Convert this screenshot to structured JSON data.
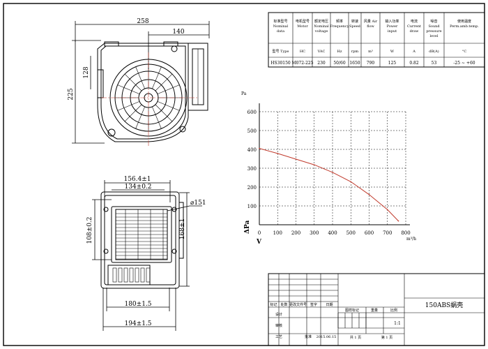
{
  "drawing_title": "150ABS蜗壳",
  "spec_table": {
    "headers": [
      {
        "cn": "标准型号",
        "en": "Nominal data"
      },
      {
        "cn": "电机型号",
        "en": "Motor"
      },
      {
        "cn": "额定电压",
        "en": "Nominal voltage"
      },
      {
        "cn": "频率",
        "en": "Frequency"
      },
      {
        "cn": "转速",
        "en": "Speed"
      },
      {
        "cn": "风量",
        "en": "Air flow"
      },
      {
        "cn": "输入功率",
        "en": "Power input"
      },
      {
        "cn": "电流",
        "en": "Current draw"
      },
      {
        "cn": "噪音",
        "en": "Sound pressure level"
      },
      {
        "cn": "使用温度",
        "en": "Perm.amb.temp."
      }
    ],
    "units_row": [
      "型号 Type",
      "HC",
      "VAC",
      "Hz",
      "rpm",
      "m³",
      "W",
      "A",
      "dB(A)",
      "°C"
    ],
    "data_row": [
      "HS30150",
      "M072-225",
      "230",
      "50/60",
      "1650",
      "790",
      "125",
      "0.82",
      "53",
      "-25 ~ +60"
    ]
  },
  "dimensions": {
    "overall_width": "258",
    "outlet_offset": "140",
    "outlet_height": "128",
    "overall_height": "225",
    "bracket_outer": "156.4±1",
    "bracket_inner": "134±0.2",
    "flange_height": "108±0.2",
    "body_height": "168±1",
    "inlet_dia": "⌀151",
    "base_width_1": "180±1.5",
    "base_width_2": "194±1.5"
  },
  "chart_data": {
    "type": "line",
    "ylabel": "Pa",
    "xlabel": "m³/h",
    "y_axis_symbol": "ΔPa",
    "x_axis_symbol": "V",
    "xlim": [
      0,
      800
    ],
    "ylim": [
      0,
      600
    ],
    "x_ticks": [
      0,
      100,
      200,
      300,
      400,
      500,
      600,
      700,
      800
    ],
    "y_ticks": [
      100,
      200,
      300,
      400,
      500,
      600
    ],
    "grid": true,
    "series": [
      {
        "color": "#c0392b",
        "points": [
          [
            0,
            405
          ],
          [
            100,
            378
          ],
          [
            200,
            348
          ],
          [
            300,
            318
          ],
          [
            400,
            278
          ],
          [
            500,
            228
          ],
          [
            600,
            160
          ],
          [
            700,
            80
          ],
          [
            760,
            20
          ]
        ]
      }
    ]
  },
  "title_block": {
    "labels": [
      "标记",
      "处数",
      "更改文件号",
      "签字",
      "日期"
    ],
    "roles": [
      "设计",
      "审核",
      "工艺"
    ],
    "row_labels": [
      "图样标记",
      "重量",
      "比例"
    ],
    "scale": "1:1",
    "sheet_info": "共 1 页",
    "sheet_no": "第 1 页",
    "approve": "批准",
    "date": "2015.06.15"
  }
}
